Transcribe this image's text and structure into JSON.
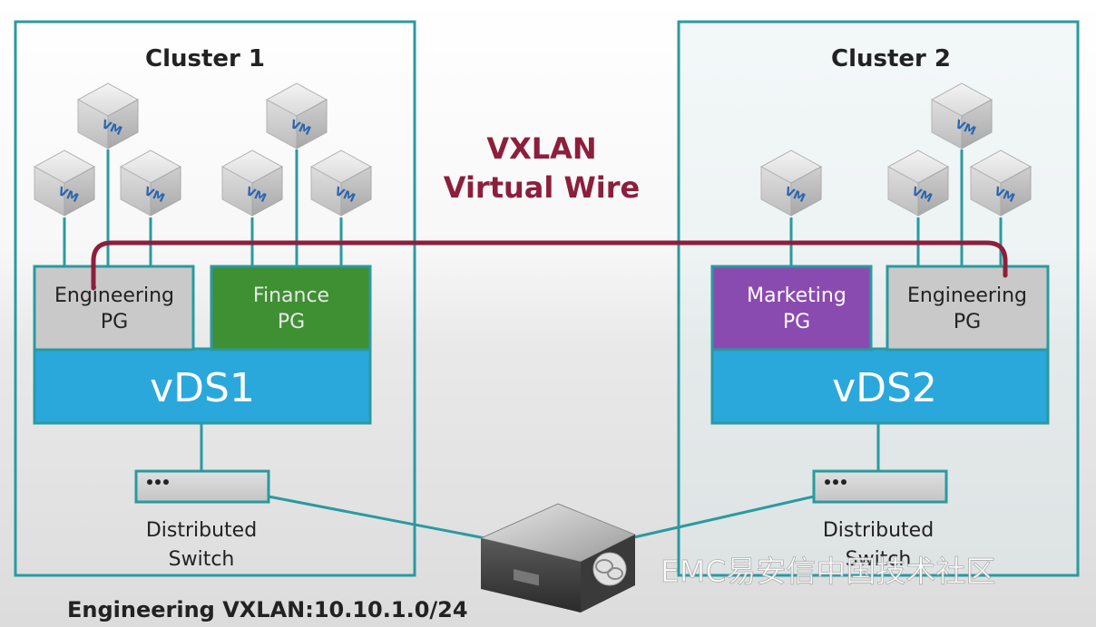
{
  "clusters": [
    {
      "title": "Cluster 1",
      "vds": "vDS1",
      "switch_label": [
        "Distributed",
        "Switch"
      ]
    },
    {
      "title": "Cluster 2",
      "vds": "vDS2",
      "switch_label": [
        "Distributed",
        "Switch"
      ]
    }
  ],
  "vm_label": "VM",
  "port_groups": {
    "c1_engineering": [
      "Engineering",
      "PG"
    ],
    "c1_finance": [
      "Finance",
      "PG"
    ],
    "c2_marketing": [
      "Marketing",
      "PG"
    ],
    "c2_engineering": [
      "Engineering",
      "PG"
    ]
  },
  "vxlan_title": [
    "VXLAN",
    "Virtual Wire"
  ],
  "footer_label": "Engineering VXLAN:10.10.1.0/24",
  "watermark": "EMC易安信中国技术社区",
  "colors": {
    "cluster_border": "#2a9aa0",
    "vds_blue": "#2aa8dc",
    "pg_gray": "#c9c9c9",
    "finance_green": "#3f8f33",
    "marketing_purple": "#8a4bb0",
    "wire_red": "#8c1f3c",
    "vxlan_text": "#8c1f3c",
    "line_teal": "#2a9aa0"
  },
  "icons": [
    "vm-cube-icon",
    "switch-icon",
    "physical-router-icon",
    "wechat-icon"
  ]
}
